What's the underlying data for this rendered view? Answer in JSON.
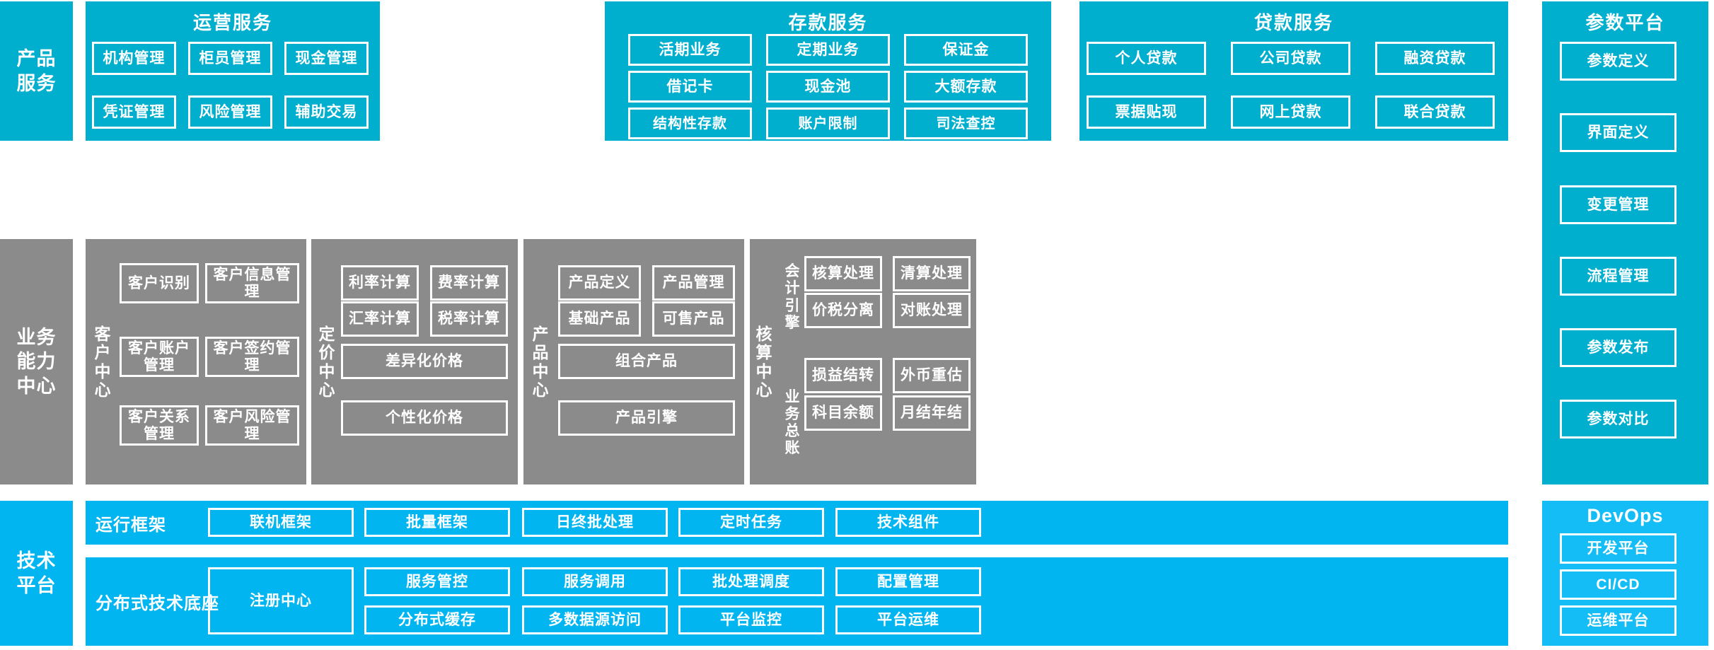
{
  "colors": {
    "teal": "#00AECD",
    "gray": "#8B8B8B",
    "blue": "#00B5F0",
    "bright_blue": "#14BDF5",
    "outline": "#FFFFFF",
    "background": "#FFFFFF"
  },
  "layers": {
    "product_service": {
      "label_line1": "产品",
      "label_line2": "服务"
    },
    "business_capability": {
      "label_line1": "业务",
      "label_line2": "能力",
      "label_line3": "中心"
    },
    "technology_platform": {
      "label_line1": "技术",
      "label_line2": "平台"
    }
  },
  "product_service": {
    "panels": [
      {
        "title": "运营服务",
        "items": [
          "机构管理",
          "柜员管理",
          "现金管理",
          "凭证管理",
          "风险管理",
          "辅助交易"
        ]
      },
      {
        "title": "存款服务",
        "items": [
          "活期业务",
          "定期业务",
          "保证金",
          "借记卡",
          "现金池",
          "大额存款",
          "结构性存款",
          "账户限制",
          "司法查控"
        ]
      },
      {
        "title": "贷款服务",
        "items": [
          "个人贷款",
          "公司贷款",
          "融资贷款",
          "票据贴现",
          "网上贷款",
          "联合贷款"
        ]
      }
    ]
  },
  "business_capability": {
    "centers": [
      {
        "name": "客户中心",
        "items": [
          "客户识别",
          "客户信息管理",
          "客户账户管理",
          "客户签约管理",
          "客户关系管理",
          "客户风险管理"
        ]
      },
      {
        "name": "定价中心",
        "items": [
          "利率计算",
          "费率计算",
          "汇率计算",
          "税率计算",
          "差异化价格",
          "个性化价格"
        ]
      },
      {
        "name": "产品中心",
        "items": [
          "产品定义",
          "产品管理",
          "基础产品",
          "可售产品",
          "组合产品",
          "产品引擎"
        ]
      },
      {
        "name": "核算中心",
        "subgroups": [
          {
            "name": "会计引擎",
            "items": [
              "核算处理",
              "清算处理",
              "价税分离",
              "对账处理"
            ]
          },
          {
            "name": "业务总账",
            "items": [
              "损益结转",
              "外币重估",
              "科目余额",
              "月结年结"
            ]
          }
        ]
      }
    ]
  },
  "technology_platform": {
    "rows": [
      {
        "label": "运行框架",
        "items": [
          "联机框架",
          "批量框架",
          "日终批处理",
          "定时任务",
          "技术组件"
        ]
      },
      {
        "label": "分布式技术底座",
        "wide_item": "注册中心",
        "grid": [
          "服务管控",
          "服务调用",
          "批处理调度",
          "配置管理",
          "分布式缓存",
          "多数据源访问",
          "平台监控",
          "平台运维"
        ]
      }
    ]
  },
  "right_column": {
    "parameter_platform": {
      "title": "参数平台",
      "items": [
        "参数定义",
        "界面定义",
        "变更管理",
        "流程管理",
        "参数发布",
        "参数对比"
      ]
    },
    "devops": {
      "title": "DevOps",
      "items": [
        "开发平台",
        "CI/CD",
        "运维平台"
      ]
    }
  }
}
